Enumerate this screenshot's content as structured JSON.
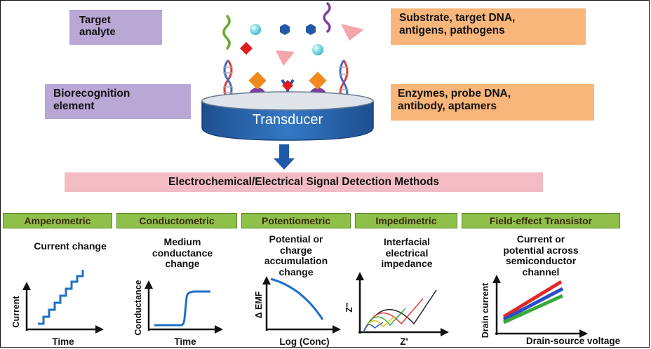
{
  "labels": {
    "target_analyte": "Target\nanalyte",
    "substrate": "Substrate, target DNA,\nantigens, pathogens",
    "biorecognition": "Biorecognition\nelement",
    "enzymes": "Enzymes, probe DNA,\nantibody, aptamers",
    "transducer": "Transducer",
    "detection_methods": "Electrochemical/Electrical Signal Detection Methods"
  },
  "methods": [
    {
      "name": "Amperometric",
      "description": "Current change",
      "y_label": "Current",
      "x_label": "Time"
    },
    {
      "name": "Conductometric",
      "description": "Medium\nconductance\nchange",
      "y_label": "Conductance",
      "x_label": "Time"
    },
    {
      "name": "Potentiometric",
      "description": "Potential or\ncharge\naccumulation\nchange",
      "y_label": "Δ EMF",
      "x_label": "Log (Conc)"
    },
    {
      "name": "Impedimetric",
      "description": "Interfacial\nelectrical\nimpedance",
      "y_label": "Z''",
      "x_label": "Z'"
    },
    {
      "name": "Field-effect Transistor",
      "description": "Current or\npotential across\nsemiconductor\nchannel",
      "y_label": "Drain current",
      "x_label": "Drain-source voltage"
    }
  ],
  "colors": {
    "purple": "#b9a7d6",
    "orange": "#f9b67a",
    "pink": "#f3bcc4",
    "green": "#8fc04a",
    "transducer_blue": "#2a66b0",
    "curve_blue": "#1f6fc9"
  }
}
